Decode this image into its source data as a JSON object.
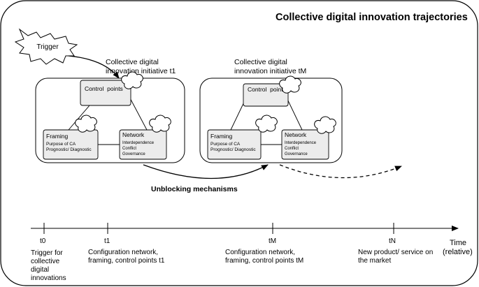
{
  "title": "Collective digital innovation trajectories",
  "trigger": "Trigger",
  "initiative_t1": {
    "title_line1": "Collective digital",
    "title_line2": "innovation initiative t1",
    "control_points": "Control  points",
    "framing": {
      "title": "Framing",
      "line1": "Purpose of CA",
      "line2": "Prognostic/ Diagnostic"
    },
    "network": {
      "title": "Network",
      "line1": "Interdependence",
      "line2": "Conflict",
      "line3": "Governance"
    }
  },
  "initiative_tm": {
    "title_line1": "Collective digital",
    "title_line2": "innovation initiative tM",
    "control_points": "Control  points",
    "framing": {
      "title": "Framing",
      "line1": "Purpose of CA",
      "line2": "Prognostic/ Diagnostic"
    },
    "network": {
      "title": "Network",
      "line1": "Interdependence",
      "line2": "Conflict",
      "line3": "Governance"
    }
  },
  "unblocking": "Unblocking mechanisms",
  "timeline": {
    "axis_label_line1": "Time",
    "axis_label_line2": "(relative)",
    "t0": {
      "tick": "t0",
      "lines": [
        "Trigger for",
        "collective",
        "digital",
        "innovations"
      ]
    },
    "t1": {
      "tick": "t1",
      "lines": [
        "Configuration network,",
        "framing, control points t1"
      ]
    },
    "tM": {
      "tick": "tM",
      "lines": [
        "Configuration network,",
        "framing, control points tM"
      ]
    },
    "tN": {
      "tick": "tN",
      "lines": [
        "New product/ service on",
        "the market"
      ]
    }
  }
}
